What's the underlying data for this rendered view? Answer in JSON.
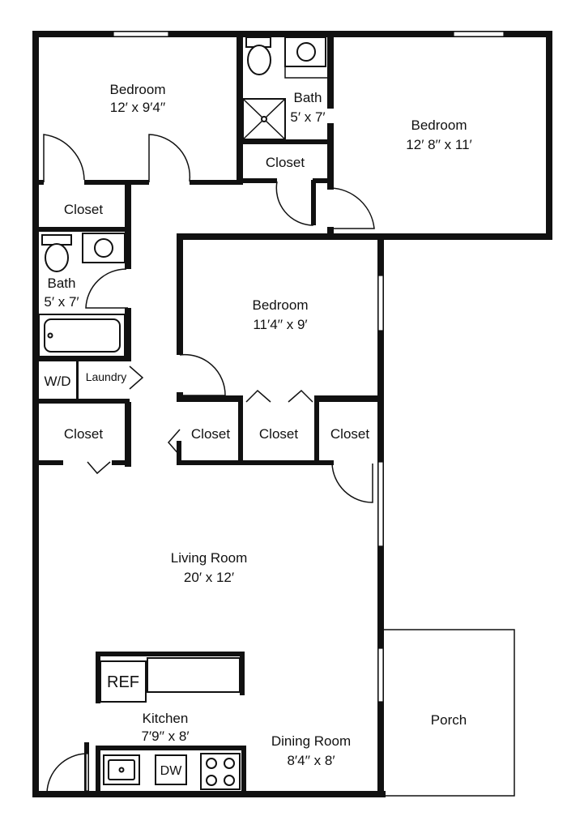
{
  "rooms": {
    "bedroom_1": {
      "name": "Bedroom",
      "size": "12′ x 9′4′′"
    },
    "bedroom_2": {
      "name": "Bedroom",
      "size": "12′ 8′′ x 11′"
    },
    "bedroom_3": {
      "name": "Bedroom",
      "size": "11′4′′ x 9′"
    },
    "bath_1": {
      "name": "Bath",
      "size": "5′ x 7′"
    },
    "bath_2": {
      "name": "Bath",
      "size": "5′ x 7′"
    },
    "closet": "Closet",
    "wd": "W/D",
    "laundry": "Laundry",
    "living": {
      "name": "Living Room",
      "size": "20′ x 12′"
    },
    "kitchen": {
      "name": "Kitchen",
      "size": "7′9′′ x 8′"
    },
    "dining": {
      "name": "Dining Room",
      "size": "8′4′′ x 8′"
    },
    "porch": "Porch",
    "ref": "REF",
    "dw": "DW"
  }
}
